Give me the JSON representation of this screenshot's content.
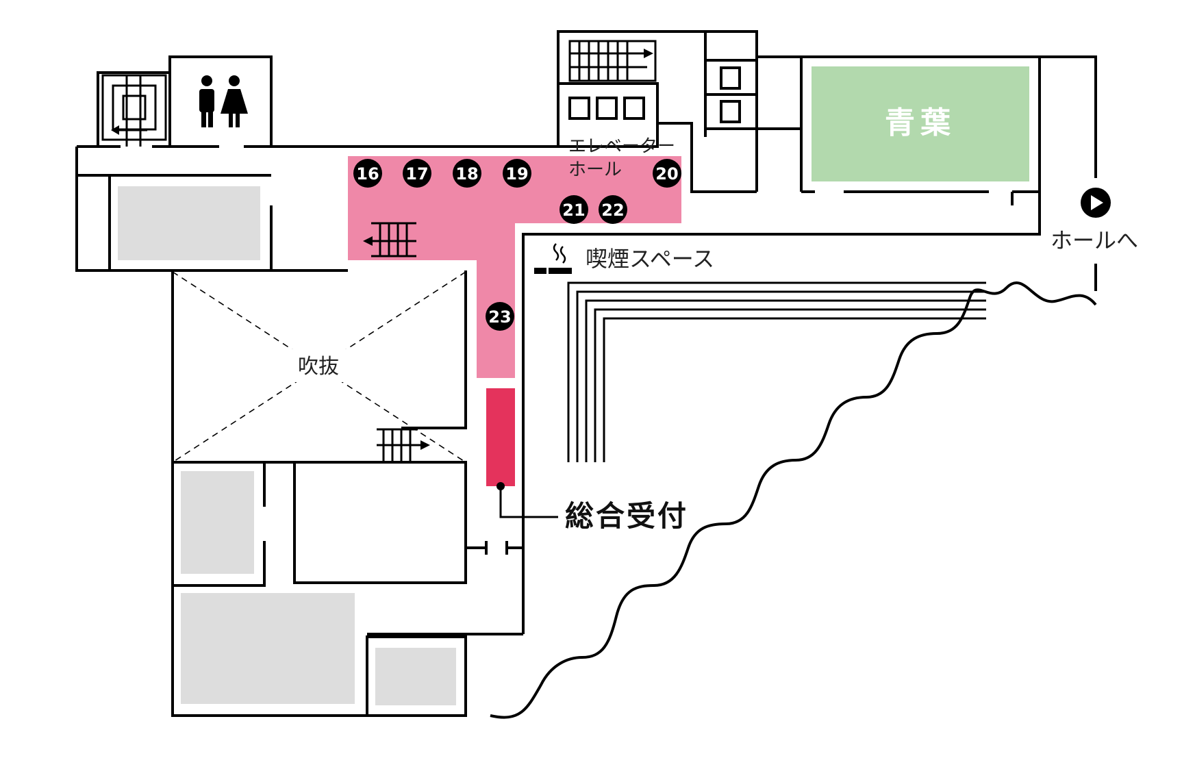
{
  "labels": {
    "elevator_hall_line1": "エレベーター",
    "elevator_hall_line2": "ホール",
    "smoking_space": "喫煙スペース",
    "atrium": "吹抜",
    "reception": "総合受付",
    "to_hall": "ホールへ",
    "aoba_room": "青葉"
  },
  "markers": [
    "16",
    "17",
    "18",
    "19",
    "20",
    "21",
    "22",
    "23"
  ],
  "colors": {
    "booth_area": "#ef88a8",
    "reception_desk": "#e4335c",
    "aoba_room": "#b2d9ad",
    "gray_room": "#dddddd",
    "wall": "#000000"
  },
  "icons": [
    "restroom-icon",
    "stairs-icon",
    "elevator-icon",
    "smoking-icon",
    "play-arrow-icon"
  ]
}
